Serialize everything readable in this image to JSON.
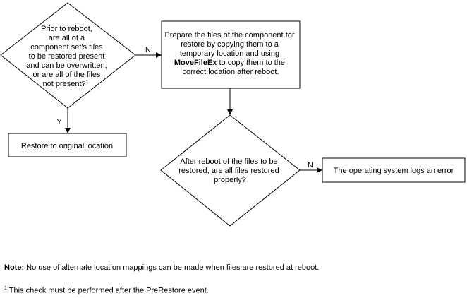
{
  "decision1": {
    "lines": [
      "Prior to reboot,",
      "are all of a",
      "component set's files",
      "to be restored present",
      "and can be overwritten,",
      "or are all of the files"
    ],
    "last_line": "not present?",
    "footnote_mark": "1"
  },
  "process_prepare": {
    "lines": [
      "Prepare the files of the component for",
      "restore by copying them to a",
      "temporary location and using"
    ],
    "bold_word": "MoveFileEx",
    "bold_suffix": " to copy them to the",
    "last_line": "correct location after reboot."
  },
  "process_restore": {
    "label": "Restore to original location"
  },
  "decision2": {
    "lines": [
      "After reboot of the files to be",
      "restored, are all files restored",
      "properly?"
    ]
  },
  "process_error": {
    "label": "The operating system logs an error"
  },
  "edges": {
    "n1": "N",
    "y1": "Y",
    "n2": "N"
  },
  "note": {
    "label": "Note:",
    "text": " No use of alternate location mappings can be made when files are restored at reboot."
  },
  "footnote": {
    "mark": "1",
    "text": " This check must be performed after the PreRestore event."
  }
}
